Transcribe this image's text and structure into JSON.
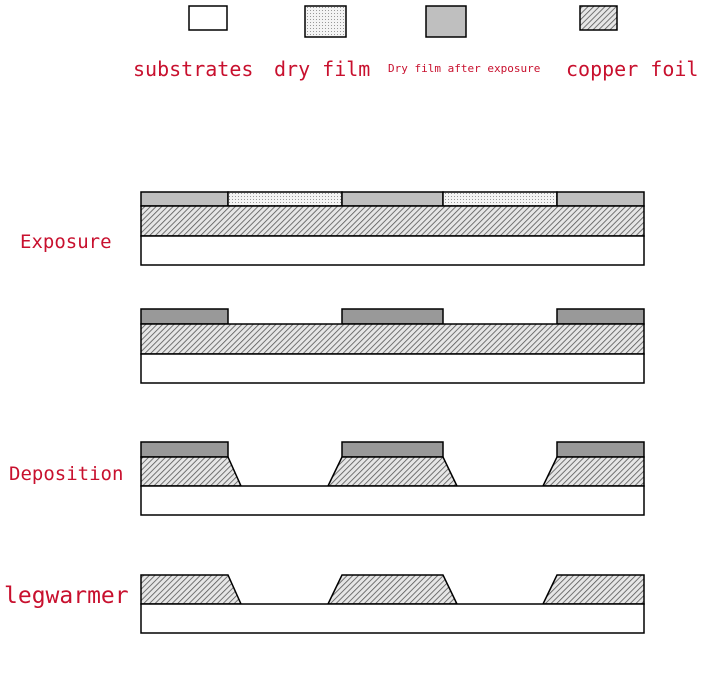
{
  "legend": [
    {
      "label": "substrates",
      "fill": "white"
    },
    {
      "label": "dry film",
      "fill": "dots"
    },
    {
      "label": "Dry film after exposure",
      "fill": "gray"
    },
    {
      "label": "copper foil",
      "fill": "hatch"
    }
  ],
  "stages": [
    {
      "label": "Exposure"
    },
    {
      "label": ""
    },
    {
      "label": "Deposition"
    },
    {
      "label": "legwarmer"
    }
  ],
  "colors": {
    "label": "#c8102e",
    "exposed_film": "#bfbfbf",
    "developed_film": "#999999",
    "outline": "#000000"
  }
}
